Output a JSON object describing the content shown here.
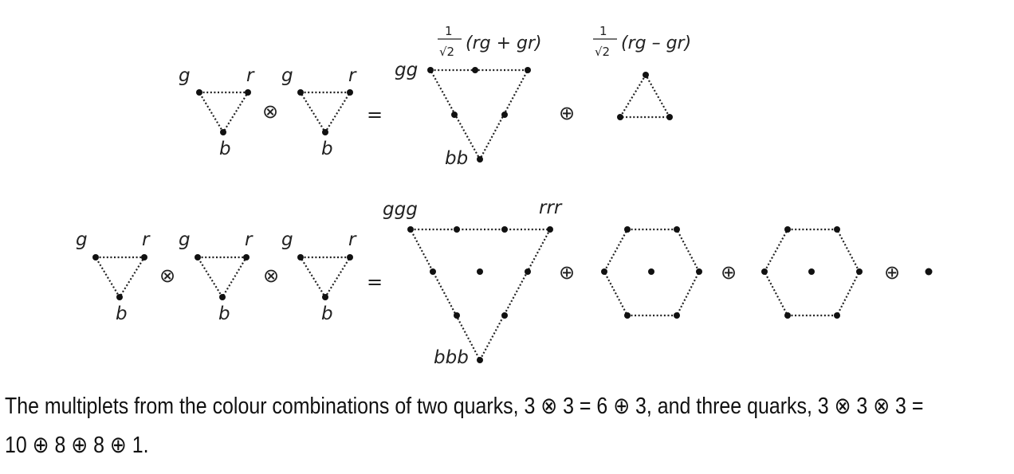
{
  "labels": {
    "g": "g",
    "r": "r",
    "b": "b",
    "gg": "gg",
    "bb": "bb",
    "ggg": "ggg",
    "rrr": "rrr",
    "bbb": "bbb"
  },
  "operators": {
    "otimes": "⊗",
    "oplus": "⊕",
    "equals": "="
  },
  "fractions": {
    "numerator": "1",
    "denominator": "√2",
    "sym_expr": "(rg + gr)",
    "anti_expr": "(rg – gr)"
  },
  "caption": {
    "line1": "The multiplets from the colour combinations of two quarks, 3 ⊗ 3 = 6 ⊕ 3, and three quarks, 3 ⊗ 3 ⊗ 3 =",
    "line2": "10 ⊕ 8 ⊕ 8 ⊕ 1."
  }
}
